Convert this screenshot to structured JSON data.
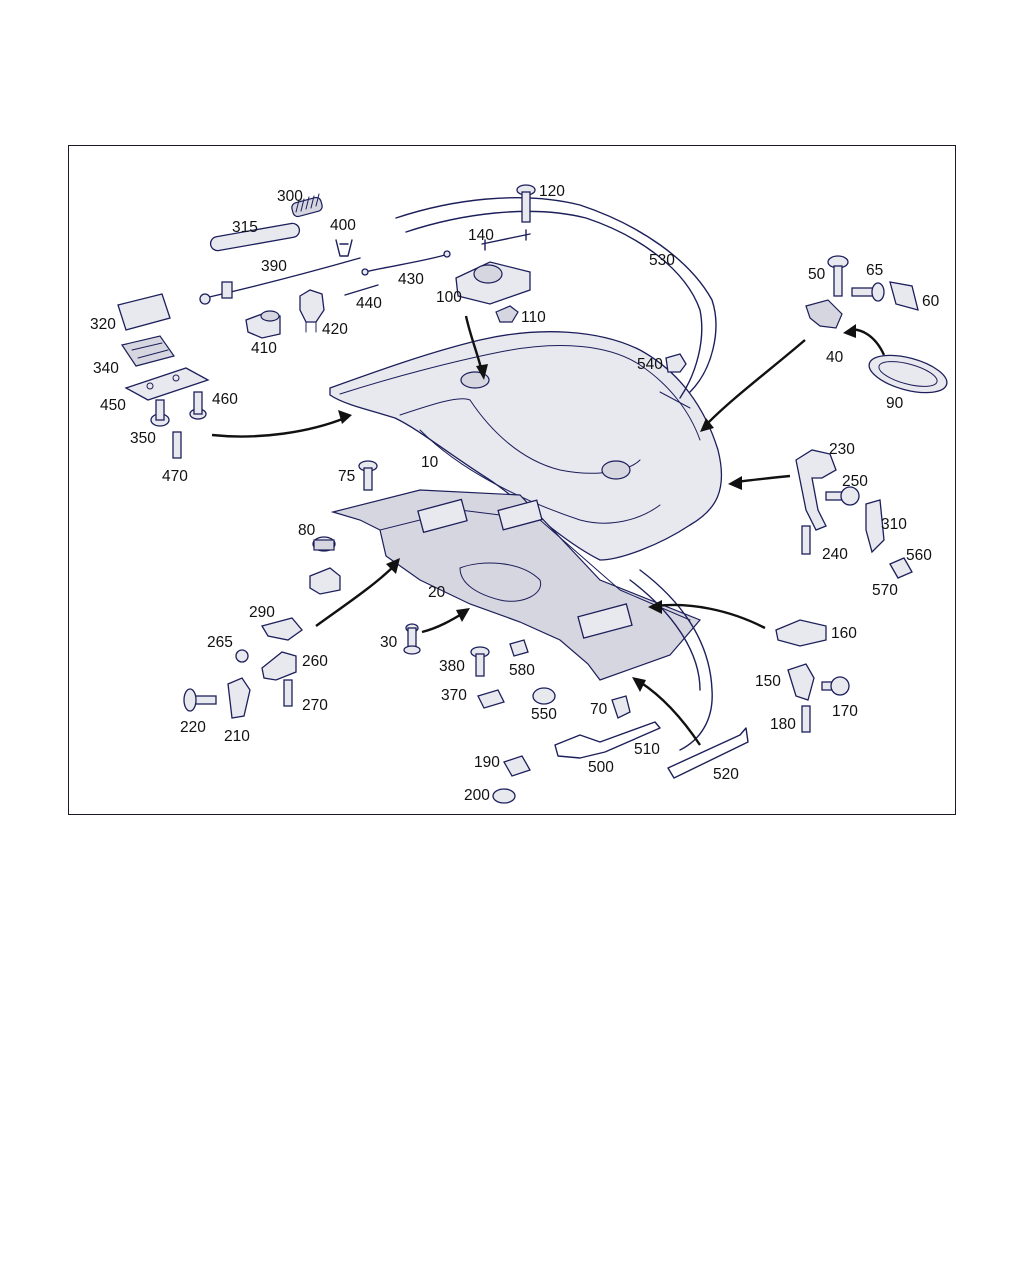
{
  "labels": {
    "p10": "10",
    "p20": "20",
    "p30": "30",
    "p40": "40",
    "p50": "50",
    "p60": "60",
    "p65": "65",
    "p70": "70",
    "p75": "75",
    "p80": "80",
    "p90": "90",
    "p100": "100",
    "p110": "110",
    "p120": "120",
    "p140": "140",
    "p150": "150",
    "p160": "160",
    "p170": "170",
    "p180": "180",
    "p190": "190",
    "p200": "200",
    "p210": "210",
    "p220": "220",
    "p230": "230",
    "p240": "240",
    "p250": "250",
    "p260": "260",
    "p265": "265",
    "p270": "270",
    "p290": "290",
    "p300": "300",
    "p310": "310",
    "p315": "315",
    "p320": "320",
    "p340": "340",
    "p350": "350",
    "p370": "370",
    "p380": "380",
    "p390": "390",
    "p400": "400",
    "p410": "410",
    "p420": "420",
    "p430": "430",
    "p440": "440",
    "p450": "450",
    "p460": "460",
    "p470": "470",
    "p500": "500",
    "p510": "510",
    "p520": "520",
    "p530": "530",
    "p540": "540",
    "p550": "550",
    "p560": "560",
    "p570": "570",
    "p580": "580"
  },
  "colors": {
    "line": "#1c1f5a",
    "fill": "#e8e8ef",
    "text": "#111111",
    "frame": "#1a1a2e"
  }
}
